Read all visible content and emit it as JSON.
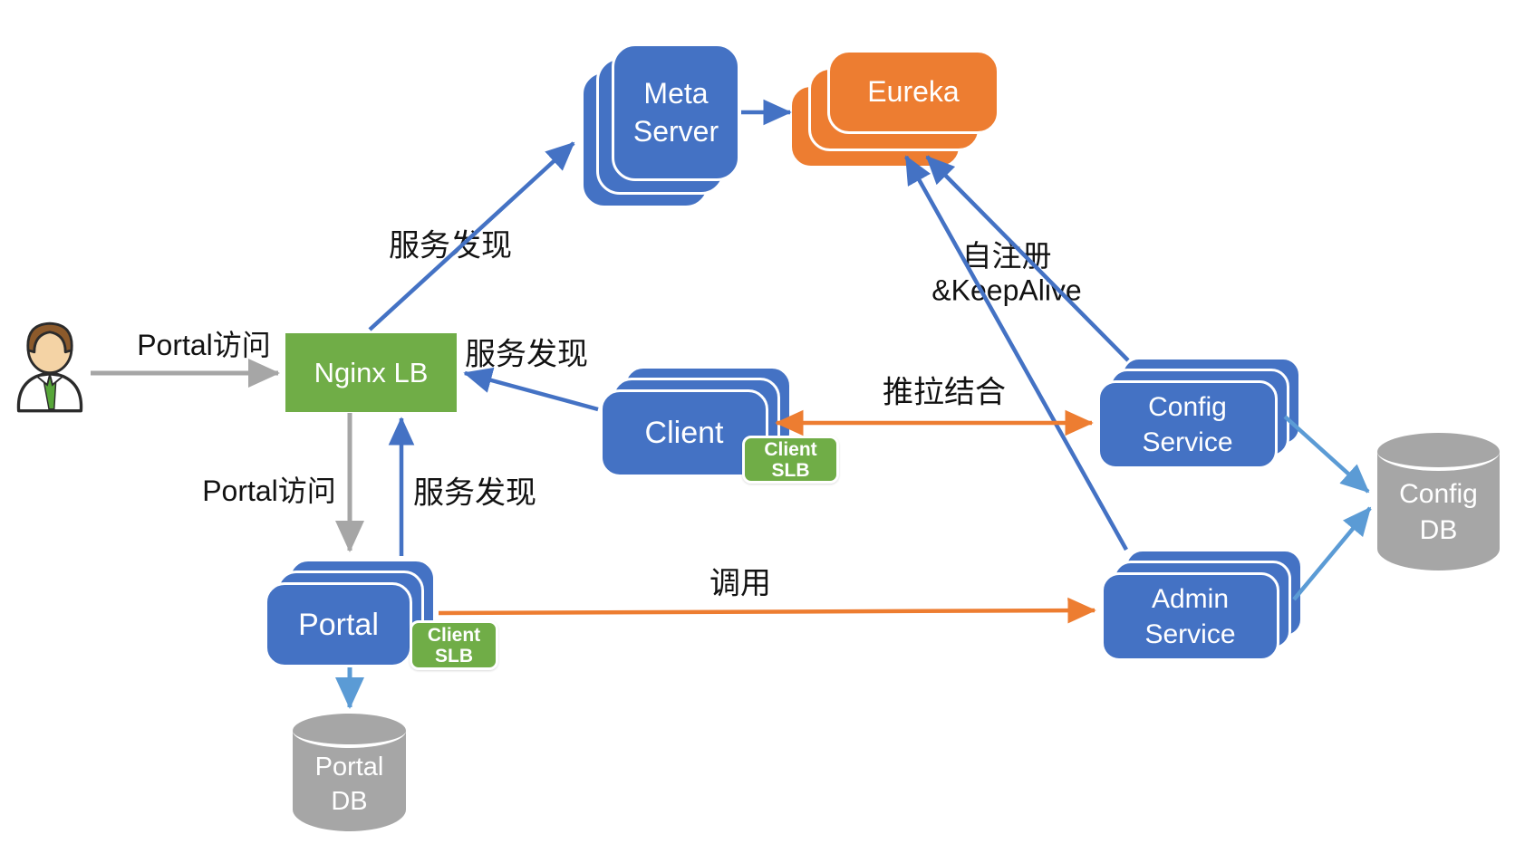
{
  "colors": {
    "blue": "#4472C4",
    "orange": "#ED7D31",
    "green": "#70AD47",
    "gray": "#A6A6A6",
    "light_blue": "#5B9BD5",
    "label_text": "#121212"
  },
  "nodes": {
    "meta_server": {
      "line1": "Meta",
      "line2": "Server"
    },
    "eureka": {
      "label": "Eureka"
    },
    "nginx_lb": {
      "label": "Nginx LB"
    },
    "client": {
      "label": "Client"
    },
    "client_slb": {
      "line1": "Client",
      "line2": "SLB"
    },
    "portal": {
      "label": "Portal"
    },
    "portal_slb": {
      "line1": "Client",
      "line2": "SLB"
    },
    "config_service": {
      "line1": "Config",
      "line2": "Service"
    },
    "admin_service": {
      "line1": "Admin",
      "line2": "Service"
    },
    "config_db": {
      "line1": "Config",
      "line2": "DB"
    },
    "portal_db": {
      "line1": "Portal",
      "line2": "DB"
    }
  },
  "labels": {
    "portal_access_top": "Portal访问",
    "service_discovery_meta": "服务发现",
    "service_discovery_client": "服务发现",
    "portal_access_vertical": "Portal访问",
    "service_discovery_portal": "服务发现",
    "self_register_line1": "自注册",
    "self_register_line2": "&KeepAlive",
    "push_pull": "推拉结合",
    "invoke": "调用"
  },
  "edges": [
    {
      "from": "user",
      "to": "nginx_lb",
      "label": "Portal访问",
      "color": "gray",
      "bidirectional": false
    },
    {
      "from": "nginx_lb",
      "to": "meta_server",
      "label": "服务发现",
      "color": "blue",
      "bidirectional": false
    },
    {
      "from": "client",
      "to": "nginx_lb",
      "label": "服务发现",
      "color": "blue",
      "bidirectional": false
    },
    {
      "from": "meta_server",
      "to": "eureka",
      "label": "",
      "color": "blue",
      "bidirectional": false
    },
    {
      "from": "nginx_lb",
      "to": "portal",
      "label": "Portal访问",
      "color": "gray",
      "bidirectional": false
    },
    {
      "from": "portal",
      "to": "nginx_lb",
      "label": "服务发现",
      "color": "blue",
      "bidirectional": false
    },
    {
      "from": "config_service",
      "to": "eureka",
      "label": "自注册&KeepAlive",
      "color": "blue",
      "bidirectional": false
    },
    {
      "from": "admin_service",
      "to": "eureka",
      "label": "自注册&KeepAlive",
      "color": "blue",
      "bidirectional": false
    },
    {
      "from": "client",
      "to": "config_service",
      "label": "推拉结合",
      "color": "orange",
      "bidirectional": true
    },
    {
      "from": "portal",
      "to": "admin_service",
      "label": "调用",
      "color": "orange",
      "bidirectional": false
    },
    {
      "from": "portal",
      "to": "portal_db",
      "label": "",
      "color": "light_blue",
      "bidirectional": false
    },
    {
      "from": "config_service",
      "to": "config_db",
      "label": "",
      "color": "light_blue",
      "bidirectional": false
    },
    {
      "from": "admin_service",
      "to": "config_db",
      "label": "",
      "color": "light_blue",
      "bidirectional": false
    }
  ]
}
